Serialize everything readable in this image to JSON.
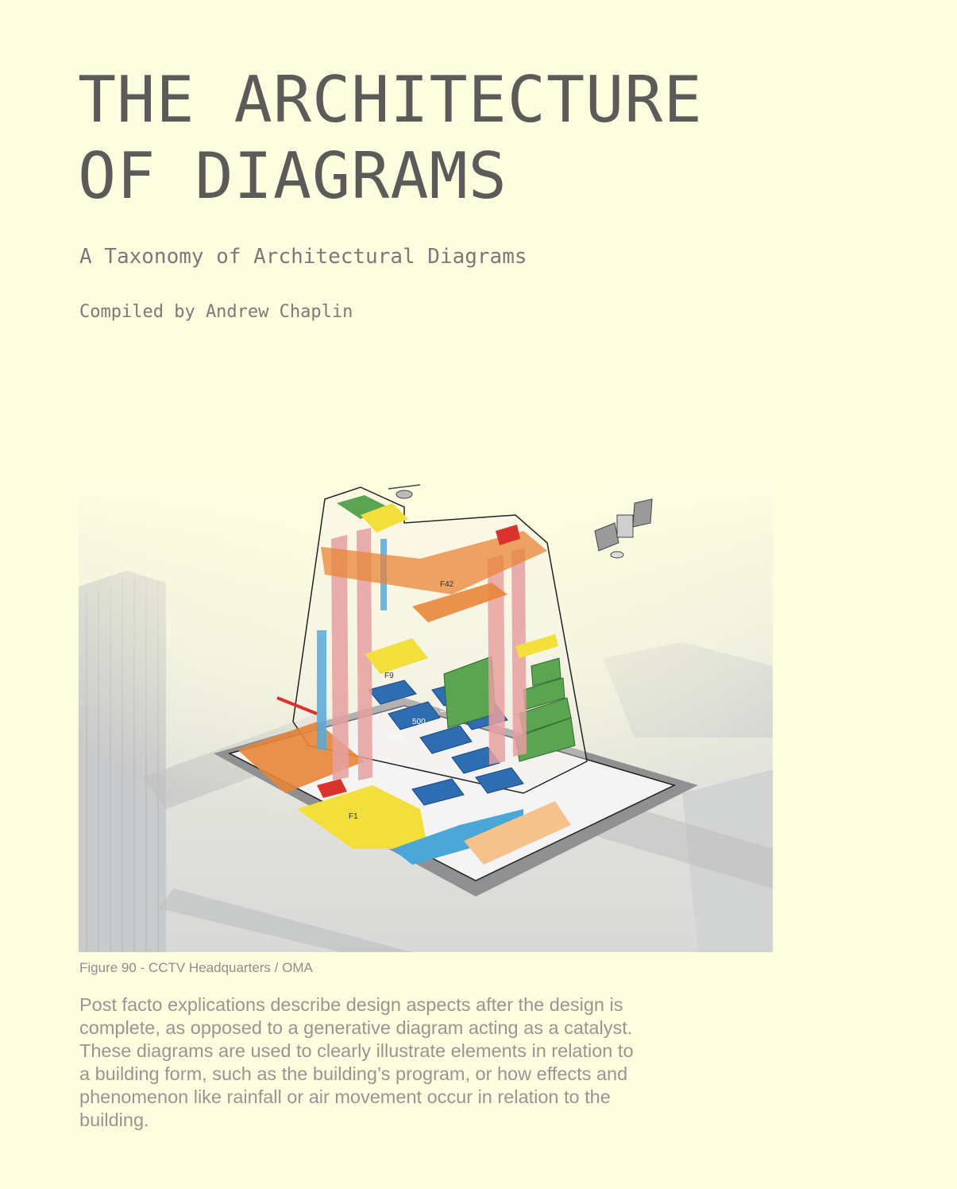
{
  "title": {
    "line1": "THE ARCHITECTURE",
    "line2": "OF DIAGRAMS"
  },
  "subtitle": "A Taxonomy of Architectural Diagrams",
  "byline": "Compiled by Andrew Chaplin",
  "figure": {
    "caption": "Figure 90 - CCTV Headquarters / OMA",
    "labels": [
      "F42",
      "F9",
      "F1",
      "500",
      "500",
      "500"
    ]
  },
  "body_text": "Post facto explications describe design aspects after the design is complete, as opposed to a generative diagram acting as a catalyst. These diagrams are used to clearly illustrate elements in relation to a building form, such as the building’s program, or how effects and phenomenon like rainfall or air movement occur in relation to the building.",
  "colors": {
    "background": "#fdfde0",
    "title": "#5b5b59",
    "orange": "#e8863a",
    "yellow": "#f2df3c",
    "blue": "#2f6db3",
    "green": "#5aa452",
    "pink": "#e6a0a0",
    "red": "#d9332c"
  }
}
